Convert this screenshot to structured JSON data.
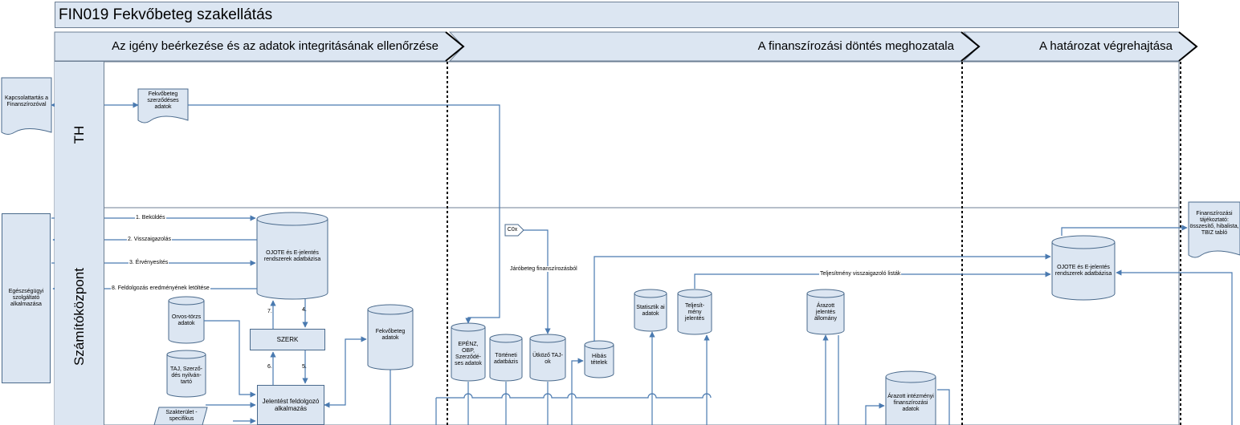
{
  "title": "FIN019 Fekvőbeteg szakellátás",
  "phases": [
    "Az igény beérkezése és az adatok integritásának ellenőrzése",
    "A finanszírozási döntés meghozatala",
    "A határozat végrehajtása"
  ],
  "lanes": [
    "TH",
    "Számítóközpont"
  ],
  "external": {
    "finanszirozo": "Kapcsolattartás a Finanszírozóval",
    "egeszsegugyi": "Egészségügyi szolgáltató alkalmazása"
  },
  "documents": {
    "fekvobeteg_szerzodeses": "Fekvőbeteg szerződéses adatok",
    "tajekoztato": "Finanszírozási tájékoztató: összesítő, hibalista, TBIZ tabló",
    "szakterulet": "Szakterület -specifikus"
  },
  "databases": {
    "ojote_main": "OJOTE és E-jelentés rendszerek adatbázisa",
    "ojote_right": "OJOTE és E-jelentés rendszerek adatbázisa",
    "orvostorzs": "Orvos-törzs adatok",
    "taj_szerzodes": "TAJ, Szerző-dés nyilván-tartó",
    "fekvobeteg_adatok": "Fekvőbeteg adatok",
    "epenz": "EPÉNZ, OBP, Szerződé-ses adatok",
    "torteneti": "Történeti adatbázis",
    "utkozo": "Ütköző TAJ-ok",
    "hibas": "Hibás tételek",
    "statisztikai": "Statisztik ai adatok",
    "teljesitmeny_jelentes": "Teljesít-mény jelentés",
    "arazott_jelentes": "Árazott jelentés állomány",
    "arazott_intezmenyi": "Árazott intézményi finanszírozási adatok"
  },
  "processes": {
    "szerk": "SZERK",
    "feldolgozo": "Jelentést feldolgozó alkalmazás"
  },
  "connector": "C0x",
  "flows": {
    "bekuldes": "1. Beküldés",
    "visszaigazolas": "2. Visszaigazolás",
    "ervenyesites": "3. Érvényesítés",
    "feldolgozas": "8. Feldolgozás eredményének letöltése",
    "jarobeteg": "Járóbeteg finanszírozásból",
    "teljesitmeny_listak": "Teljesítmény visszaigazoló listák",
    "step4": "4.",
    "step5": "5.",
    "step6": "6.",
    "step7": "7."
  },
  "colors": {
    "lane_fill": "#dce6f2",
    "line": "#4a7ab0",
    "border": "#6d7f94"
  }
}
